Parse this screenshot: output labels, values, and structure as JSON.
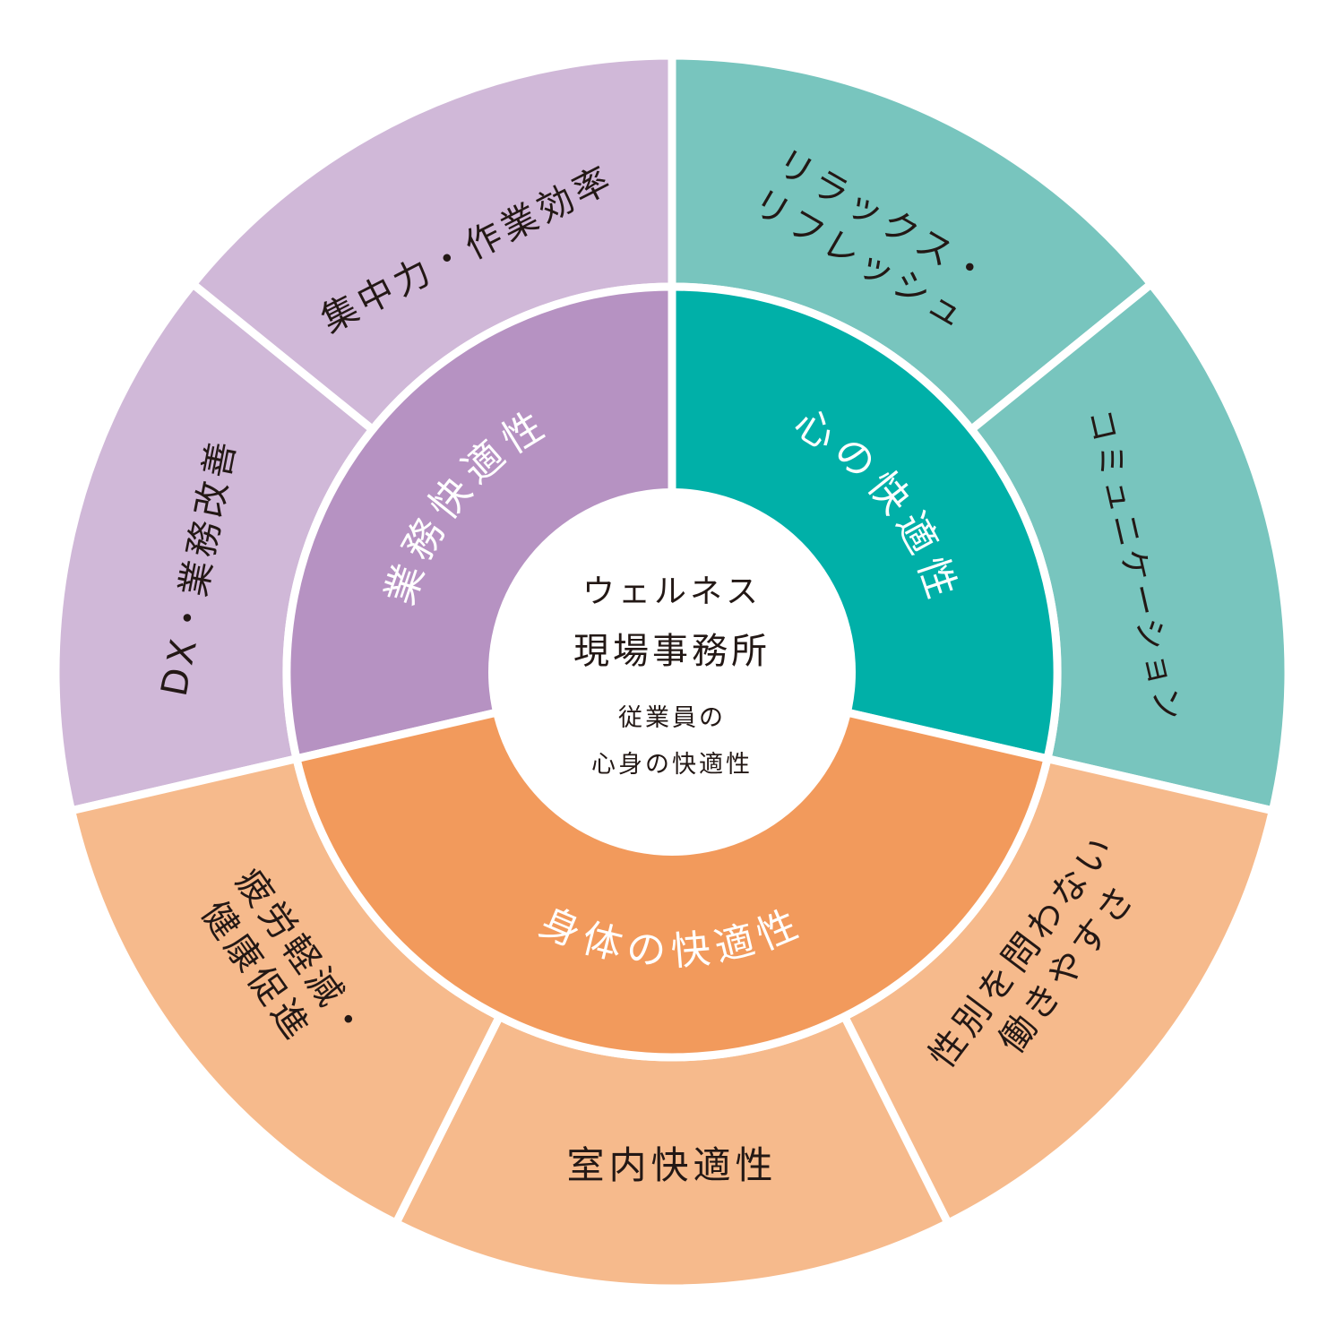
{
  "center": {
    "title_line1": "ウェルネス",
    "title_line2": "現場事務所",
    "sub_line1": "従業員の",
    "sub_line2": "心身の快適性"
  },
  "inner": [
    {
      "label": "業務快適性",
      "color": "#b692c2"
    },
    {
      "label": "心の快適性",
      "color": "#00b0a8"
    },
    {
      "label": "身体の快適性",
      "color": "#f29a5c"
    }
  ],
  "outer": {
    "work": [
      {
        "label": "集中力・作業効率"
      },
      {
        "label": "DX・業務改善"
      }
    ],
    "mind": [
      {
        "line1": "リラックス・",
        "line2": "リフレッシュ"
      },
      {
        "label": "コミュニケーション"
      }
    ],
    "body": [
      {
        "line1": "疲労軽減・",
        "line2": "健康促進"
      },
      {
        "label": "室内快適性"
      },
      {
        "line1": "性別を問わない",
        "line2": "働きやすさ"
      }
    ],
    "colors": {
      "work": "#d0b8d8",
      "mind": "#78c5be",
      "body": "#f6ba8c"
    }
  }
}
